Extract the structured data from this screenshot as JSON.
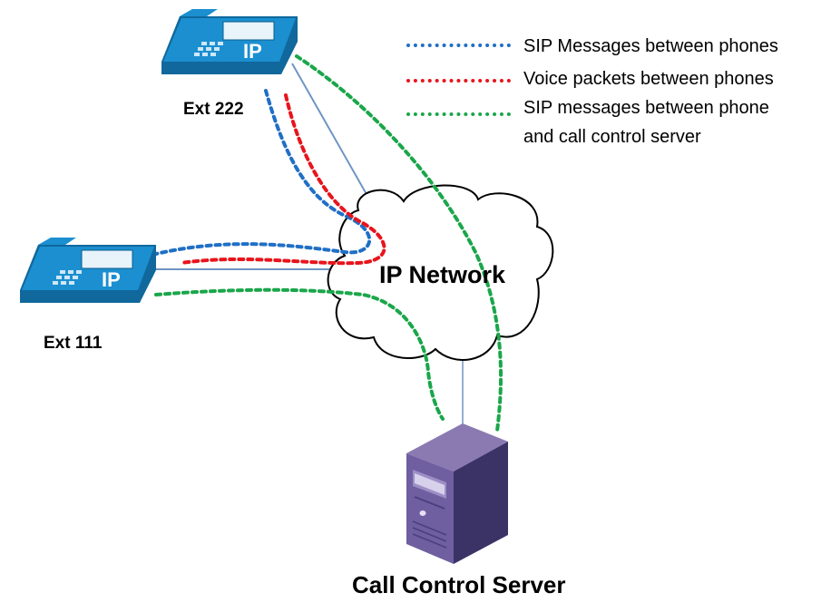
{
  "phones": {
    "top": {
      "label": "Ext 222",
      "badge": "IP",
      "icon": "ip-phone-icon"
    },
    "left": {
      "label": "Ext 111",
      "badge": "IP",
      "icon": "ip-phone-icon"
    }
  },
  "network": {
    "label": "IP Network",
    "icon": "cloud-icon"
  },
  "server": {
    "label": "Call Control Server",
    "icon": "server-tower-icon"
  },
  "legend": [
    {
      "text": "SIP Messages between phones",
      "color": "#1f6fc5"
    },
    {
      "text": "Voice packets between phones",
      "color": "#e8141c"
    },
    {
      "text": "SIP messages between phone",
      "text2": "and call control server",
      "color": "#1aa64a"
    }
  ],
  "colors": {
    "link": "#6f95c3",
    "phone": "#1b8fd0",
    "phone_dark": "#10689c"
  }
}
